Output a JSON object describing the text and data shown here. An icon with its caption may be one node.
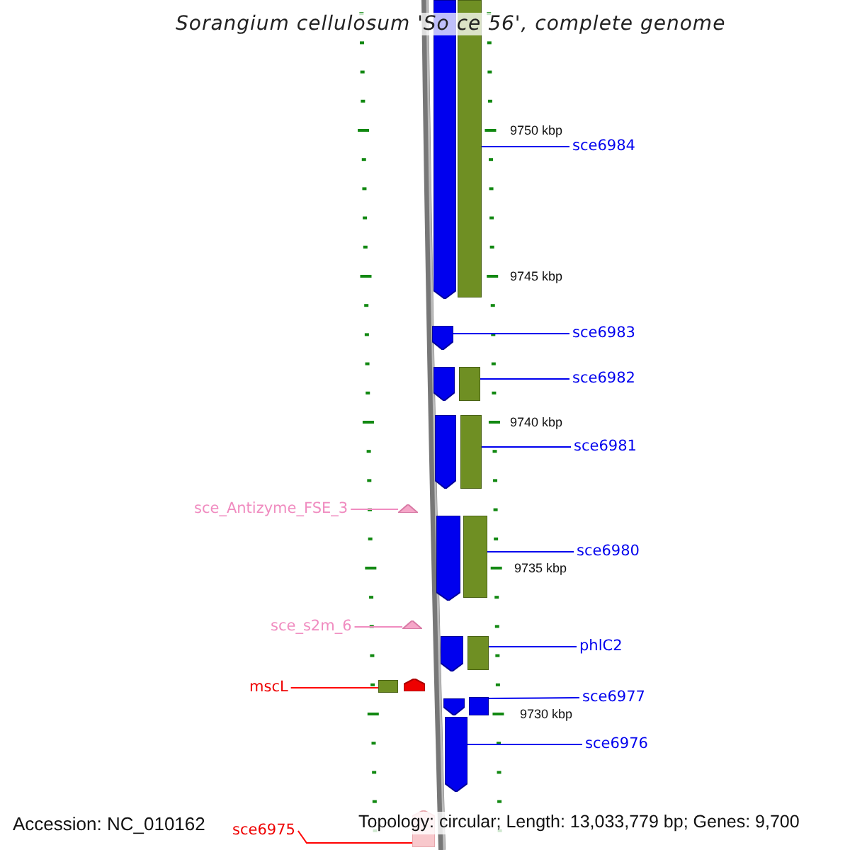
{
  "diagram": {
    "title": "Sorangium cellulosum 'So ce 56', complete genome",
    "nodes": [
      {
        "text": [
          "sce6984"
        ]
      },
      {
        "text": [],
        "shape": "bar"
      },
      {
        "text": [
          "sce6983"
        ]
      },
      {
        "text": [],
        "shape": "arrow"
      },
      {
        "text": [
          "sce6982"
        ]
      },
      {
        "text": [],
        "shape": "bar"
      },
      {
        "text": [
          "sce6981"
        ]
      },
      {
        "text": [],
        "shape": "bar"
      },
      {
        "text": [
          "sce6980"
        ]
      },
      {
        "text": [],
        "shape": "bar"
      },
      {
        "text": [
          "phlC2"
        ]
      },
      {
        "text": [],
        "shape": "bar"
      },
      {
        "text": [
          "sce6977"
        ]
      },
      {
        "text": [],
        "shape": "box"
      },
      {
        "text": [
          "sce6976"
        ]
      },
      {
        "text": [],
        "shape": "arrow"
      },
      {
        "text": [
          "sce_Antizyme_FSE_3"
        ]
      },
      {
        "text": [],
        "shape": "triangle"
      },
      {
        "text": [
          "sce_s2m_6"
        ]
      },
      {
        "text": [],
        "shape": "triangle"
      },
      {
        "text": [
          "mscL"
        ]
      },
      {
        "text": [],
        "shape": "bar"
      },
      {
        "text": [
          "sce6975"
        ]
      },
      {
        "text": [],
        "shape": "arrow"
      },
      {
        "text": [],
        "shape": "arrow"
      },
      {
        "text": [],
        "shape": "arrow"
      },
      {
        "text": [],
        "shape": "arrow"
      },
      {
        "text": [],
        "shape": "arrow"
      },
      {
        "text": [],
        "shape": "arrow"
      },
      {
        "text": [],
        "shape": "arrow"
      },
      {
        "text": [],
        "shape": "arrow"
      }
    ],
    "edges": [
      {
        "from": 0,
        "to": 1,
        "arrow": "none"
      },
      {
        "from": 2,
        "to": 3,
        "arrow": "none"
      },
      {
        "from": 4,
        "to": 5,
        "arrow": "none"
      },
      {
        "from": 6,
        "to": 7,
        "arrow": "none"
      },
      {
        "from": 8,
        "to": 9,
        "arrow": "none"
      },
      {
        "from": 10,
        "to": 11,
        "arrow": "none"
      },
      {
        "from": 12,
        "to": 13,
        "arrow": "none"
      },
      {
        "from": 14,
        "to": 15,
        "arrow": "none"
      },
      {
        "from": 16,
        "to": 17,
        "arrow": "none",
        "color": "#f08cc0"
      },
      {
        "from": 18,
        "to": 19,
        "arrow": "none",
        "color": "#f08cc0"
      },
      {
        "from": 20,
        "to": 21,
        "arrow": "none",
        "color": "#ff0000"
      },
      {
        "from": 22,
        "to": 23,
        "arrow": "none",
        "color": "#ff0000"
      }
    ],
    "labels": [
      "9750 kbp",
      "9745 kbp",
      "9740 kbp",
      "9735 kbp",
      "9730 kbp",
      "Accession: NC_010162",
      "Topology: circular; Length: 13,033,779 bp; Genes: 9,700"
    ]
  }
}
